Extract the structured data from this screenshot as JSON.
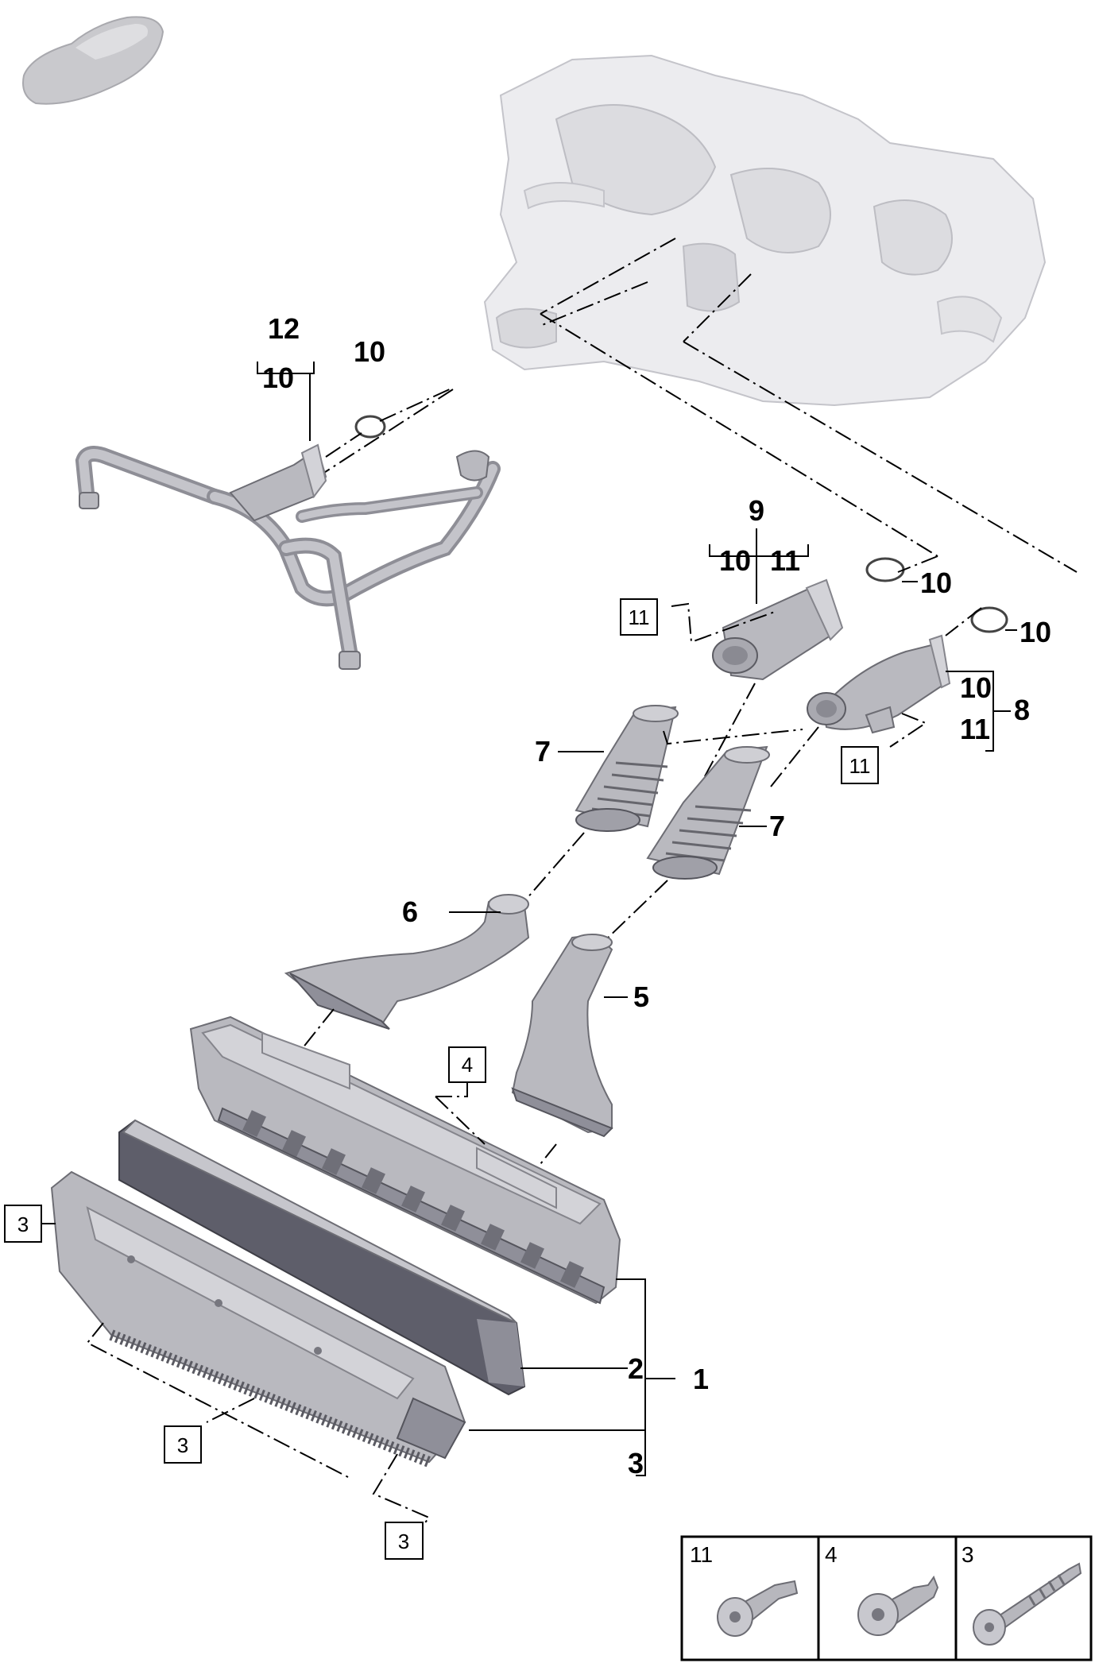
{
  "callouts": {
    "c1": "1",
    "c2": "2",
    "c3": "3",
    "c5": "5",
    "c6": "6",
    "c7a": "7",
    "c7b": "7",
    "c8": "8",
    "c9": "9",
    "c9_sub10": "10",
    "c9_sub11": "11",
    "c10_top": "10",
    "c10_a": "10",
    "c10_b": "10",
    "c8_sub10": "10",
    "c8_sub11": "11",
    "c12": "12",
    "c12_sub10": "10"
  },
  "boxed": {
    "b4": "4",
    "b11_left": "11",
    "b11_right": "11",
    "b3_left": "3",
    "b3_mid": "3",
    "b3_bottom": "3"
  },
  "legend": {
    "cells": [
      {
        "label": "11",
        "icon": "screw-11-icon"
      },
      {
        "label": "4",
        "icon": "screw-4-icon"
      },
      {
        "label": "3",
        "icon": "screw-3-icon"
      }
    ]
  }
}
